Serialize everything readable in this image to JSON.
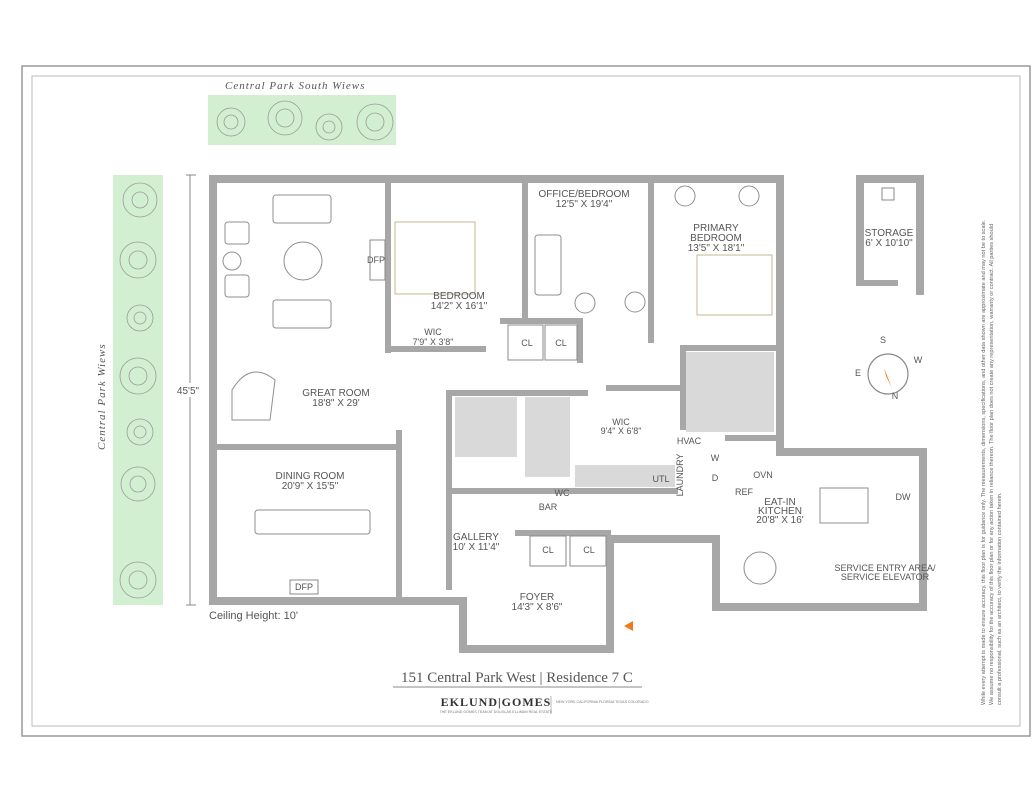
{
  "views": {
    "south": "Central Park South Wiews",
    "west": "Central Park Wiews"
  },
  "dimension": {
    "height": "45'5\""
  },
  "ceiling": "Ceiling Height: 10'",
  "rooms": {
    "great_room": {
      "name": "GREAT ROOM",
      "size": "18'8\" X 29'"
    },
    "dining_room": {
      "name": "DINING ROOM",
      "size": "20'9\" X 15'5\""
    },
    "bedroom": {
      "name": "BEDROOM",
      "size": "14'2\" X 16'1\""
    },
    "office": {
      "name": "OFFICE/BEDROOM",
      "size": "12'5\" X 19'4\""
    },
    "primary": {
      "name": "PRIMARY",
      "name2": "BEDROOM",
      "size": "13'5\" X 18'1\""
    },
    "storage": {
      "name": "STORAGE",
      "size": "6' X 10'10\""
    },
    "wic1": {
      "name": "WIC",
      "size": "7'9\" X 3'8\""
    },
    "wic2": {
      "name": "WIC",
      "size": "9'4\" X 6'8\""
    },
    "gallery": {
      "name": "GALLERY",
      "size": "10' X 11'4\""
    },
    "foyer": {
      "name": "FOYER",
      "size": "14'3\" X 8'6\""
    },
    "kitchen": {
      "name": "EAT-IN",
      "name2": "KITCHEN",
      "size": "20'8\" X 16'"
    },
    "service": {
      "line1": "SERVICE ENTRY AREA/",
      "line2": "SERVICE ELEVATOR"
    }
  },
  "labels": {
    "dfp": "DFP",
    "cl": "CL",
    "wc": "WC",
    "bar": "BAR",
    "utl": "UTL",
    "laundry": "LAUNDRY",
    "hvac": "HVAC",
    "w": "W",
    "d": "D",
    "ref": "REF",
    "ovn": "OVN",
    "dw": "DW"
  },
  "compass": {
    "n": "N",
    "s": "S",
    "e": "E",
    "w": "W"
  },
  "title": "151 Central Park West | Residence 7 C",
  "brand": {
    "name": "EKLUND|GOMES",
    "tagline": "THE EKLUND GOMES TEAM AT DOUGLAS ELLIMAN REAL ESTATE",
    "cities": "NEW YORK CALIFORNIA FLORIDA TEXAS COLORADO"
  },
  "disclaimer": {
    "line1": "While every attempt is made to ensure accuracy, this floor plan is for guidance only. The measurements, dimensions, specifications, and other data shown are approximate and may not be to scale.",
    "line2": "We assume no responsibility for the accuracy of this floor plan or for any action taken in reliance thereon. The floor plan does not create any representation, warranty or contract. All parties should",
    "line3": "consult a professional, such as an architect, to verify the information contained herein."
  },
  "colors": {
    "wall": "#a7a7a7",
    "greenery": "#d2efd2",
    "accent": "#f07b1a"
  }
}
